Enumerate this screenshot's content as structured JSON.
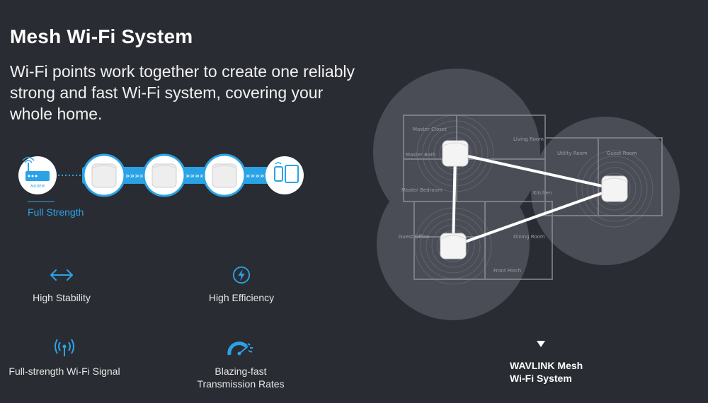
{
  "header": {
    "title": "Mesh Wi-Fi System",
    "subtitle": "Wi-Fi points work together to create one reliably strong and fast Wi-Fi system, covering your whole home."
  },
  "chain": {
    "modem_label": "MODEM",
    "arrows": "»»»»»»»»",
    "strength_label": "Full Strength"
  },
  "features": [
    {
      "label": "High Stability",
      "icon": "double-arrow-icon"
    },
    {
      "label": "High Efficiency",
      "icon": "lightning-icon"
    },
    {
      "label": "Full-strength Wi-Fi Signal",
      "icon": "wifi-antenna-icon"
    },
    {
      "label_line1": "Blazing-fast",
      "label_line2": "Transmission Rates",
      "icon": "speedometer-icon"
    }
  ],
  "floorplan": {
    "rooms": [
      "Master Closet",
      "Master Bath",
      "Living Room",
      "Utility Room",
      "Guest Room",
      "Master Bedroom",
      "Kitchen",
      "Guest Office",
      "Dining Room",
      "Front Porch"
    ]
  },
  "product": {
    "line1": "WAVLINK Mesh",
    "line2": "Wi-Fi System"
  },
  "colors": {
    "background": "#2a2c33",
    "accent": "#2aa3e6",
    "coverage": "#4a4d56"
  }
}
